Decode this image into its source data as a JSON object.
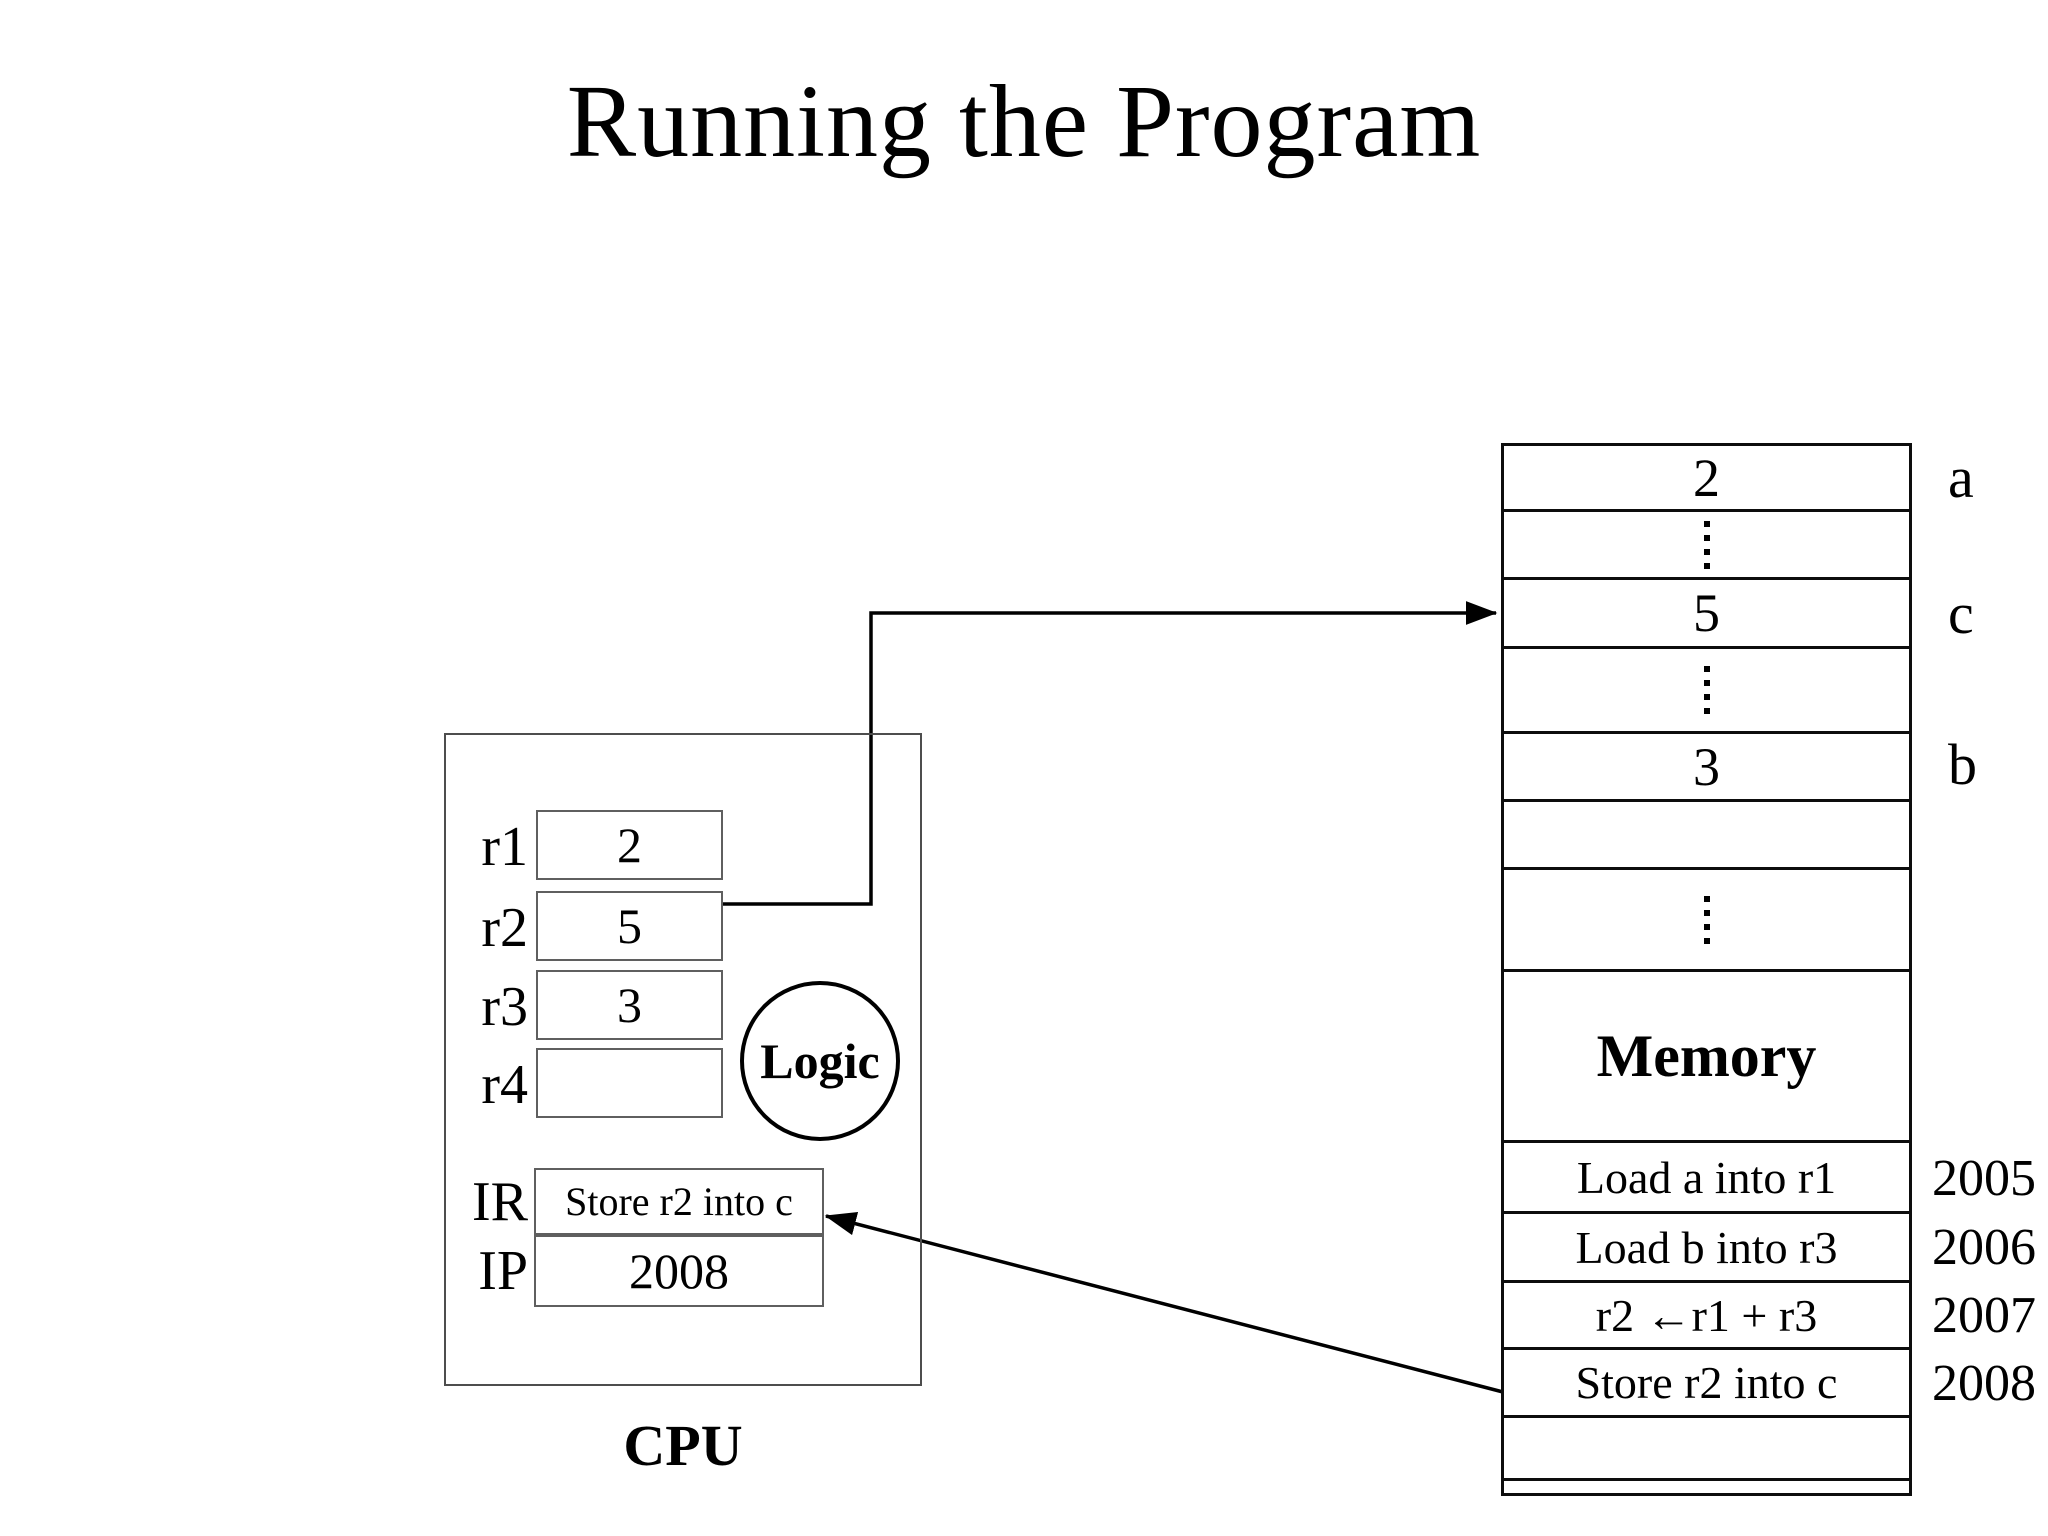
{
  "title": "Running the Program",
  "colors": {
    "ink": "#000000"
  },
  "cpu": {
    "caption": "CPU",
    "logic_label": "Logic",
    "registers": [
      {
        "name": "r1",
        "value": "2"
      },
      {
        "name": "r2",
        "value": "5"
      },
      {
        "name": "r3",
        "value": "3"
      },
      {
        "name": "r4",
        "value": ""
      }
    ],
    "ir": {
      "name": "IR",
      "value": "Store r2 into c"
    },
    "ip": {
      "name": "IP",
      "value": "2008"
    }
  },
  "memory": {
    "caption": "Memory",
    "cells": [
      {
        "value": "2",
        "label": "a"
      },
      {
        "type": "dots"
      },
      {
        "value": "5",
        "label": "c"
      },
      {
        "type": "dots"
      },
      {
        "value": "3",
        "label": "b"
      },
      {
        "value": ""
      },
      {
        "type": "dots"
      }
    ],
    "instructions": [
      {
        "text": "Load a into r1",
        "address": "2005"
      },
      {
        "text": "Load b into r3",
        "address": "2006"
      },
      {
        "text": "r2 ←r1 + r3",
        "address": "2007"
      },
      {
        "text": "Store r2 into c",
        "address": "2008"
      }
    ]
  }
}
